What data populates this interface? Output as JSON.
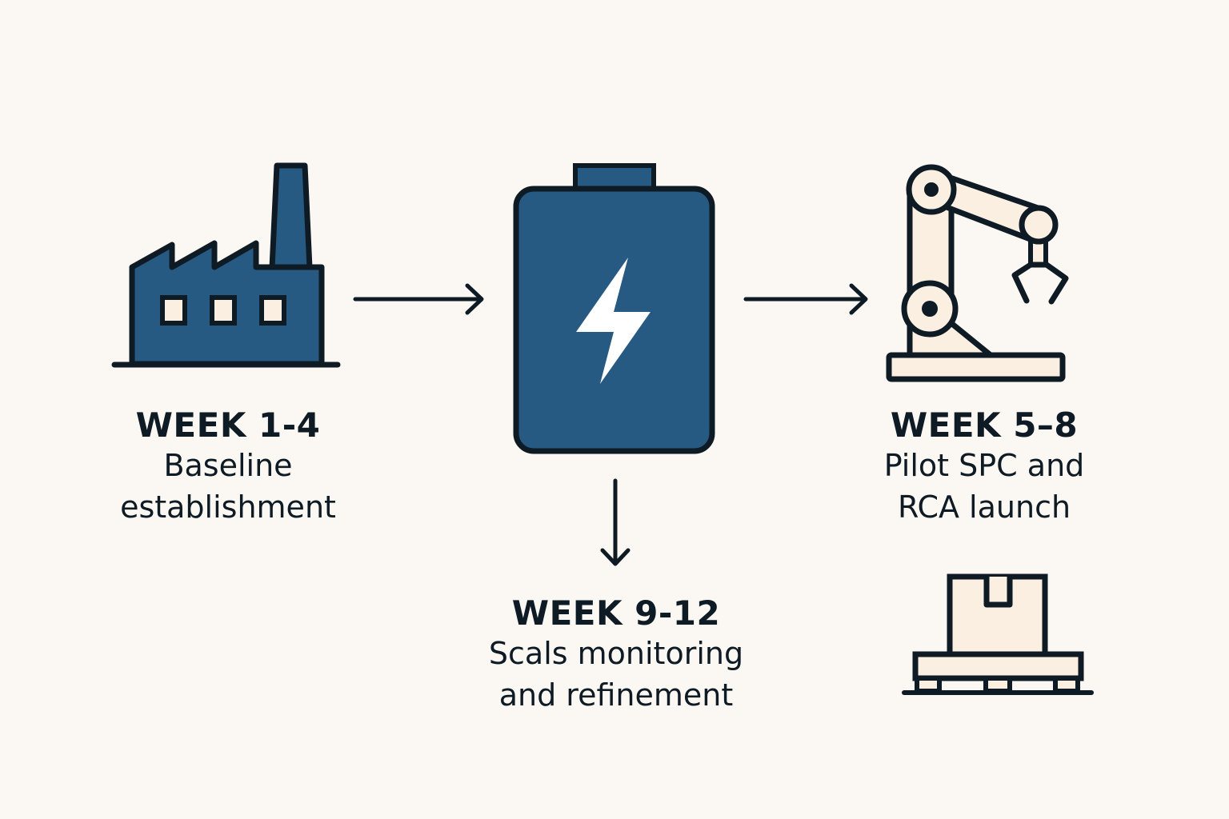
{
  "colors": {
    "background": "#fbf8f3",
    "primary_fill": "#275a82",
    "outline": "#0e1a24",
    "cream_fill": "#fbefe2",
    "white": "#ffffff"
  },
  "icons": {
    "factory": "factory-icon",
    "battery": "battery-icon",
    "lightning": "lightning-bolt-icon",
    "robot_arm": "robot-arm-icon",
    "pallet": "package-on-pallet-icon"
  },
  "stages": [
    {
      "week": "WEEK 1-4",
      "line1": "Baseline",
      "line2": "establishment"
    },
    {
      "week": "WEEK 5–8",
      "line1": "Pilot SPC and",
      "line2": "RCA launch"
    },
    {
      "week": "WEEK 9-12",
      "line1": "Scals monitoring",
      "line2": "and refinement"
    }
  ]
}
